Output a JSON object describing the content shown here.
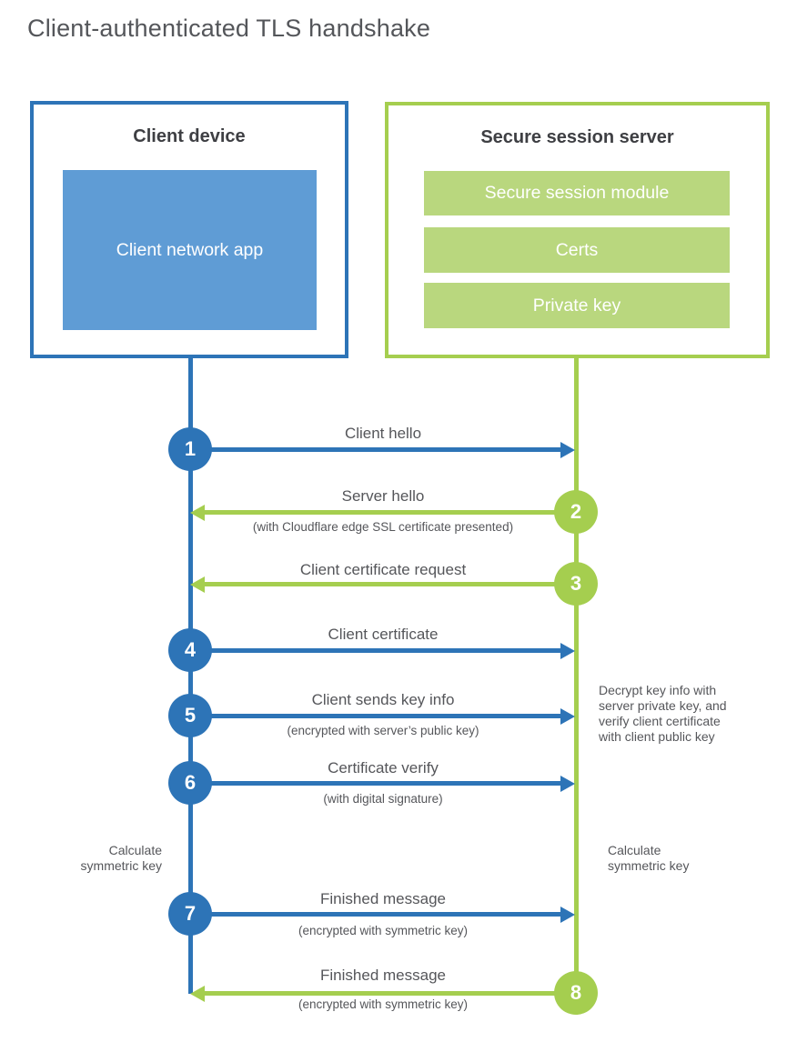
{
  "title": "Client-authenticated TLS handshake",
  "colors": {
    "blue": "#2d74b7",
    "blue_fill": "#5f9cd5",
    "green": "#a5ce4f",
    "green_fill": "#b9d77e"
  },
  "client": {
    "title": "Client device",
    "app": "Client network app"
  },
  "server": {
    "title": "Secure session server",
    "modules": [
      "Secure session module",
      "Certs",
      "Private key"
    ]
  },
  "steps": [
    {
      "num": "1",
      "label": "Client hello",
      "direction": "client-to-server"
    },
    {
      "num": "2",
      "label": "Server hello",
      "sub": "(with Cloudflare edge SSL certificate presented)",
      "direction": "server-to-client"
    },
    {
      "num": "3",
      "label": "Client certificate request",
      "direction": "server-to-client"
    },
    {
      "num": "4",
      "label": "Client certificate",
      "direction": "client-to-server"
    },
    {
      "num": "5",
      "label": "Client sends key info",
      "sub": "(encrypted with server’s public key)",
      "direction": "client-to-server"
    },
    {
      "num": "6",
      "label": "Certificate verify",
      "sub": "(with digital signature)",
      "direction": "client-to-server"
    },
    {
      "num": "7",
      "label": "Finished message",
      "sub": "(encrypted with symmetric key)",
      "direction": "client-to-server"
    },
    {
      "num": "8",
      "label": "Finished message",
      "sub": "(encrypted with symmetric key)",
      "direction": "server-to-client"
    }
  ],
  "notes": {
    "decrypt_lines": [
      "Decrypt key info with",
      "server private key, and",
      "verify client certificate",
      "with client public key"
    ],
    "calc_left": "Calculate symmetric key",
    "calc_right": "Calculate symmetric key"
  }
}
